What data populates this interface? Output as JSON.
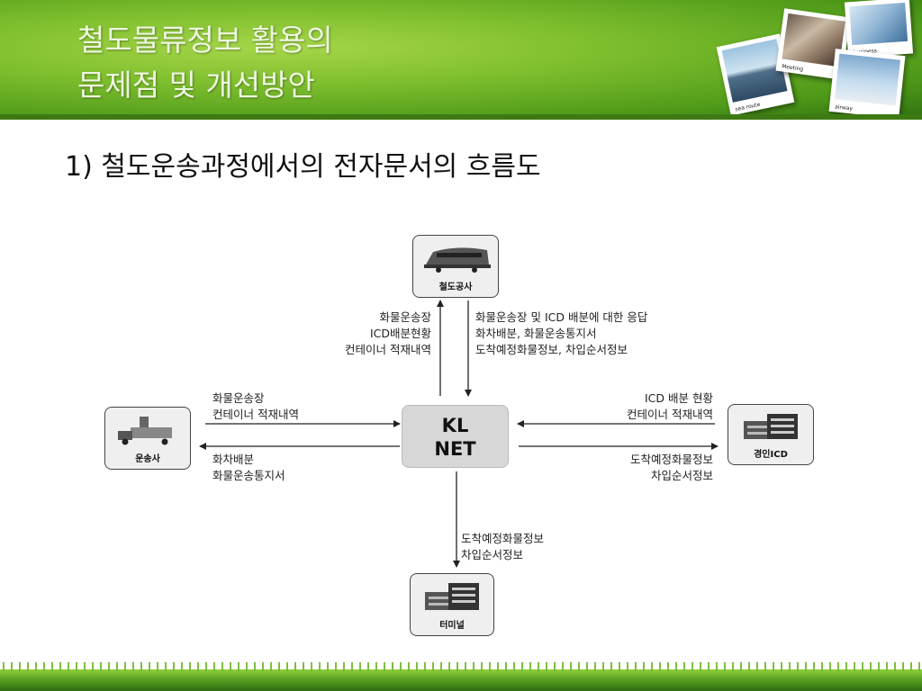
{
  "header": {
    "title_line1": "철도물류정보 활용의",
    "title_line2": "문제점 및 개선방안",
    "photo_captions": [
      "sea route",
      "Meeting",
      "business",
      "airway"
    ]
  },
  "subtitle": "1) 철도운송과정에서의 전자문서의 흐름도",
  "diagram": {
    "center": {
      "line1": "KL",
      "line2": "NET"
    },
    "nodes": {
      "railway": "철도공사",
      "carrier": "운송사",
      "icd": "경인ICD",
      "terminal": "터미널"
    },
    "flows": {
      "carrier_to_klnet": [
        "화물운송장",
        "컨테이너 적재내역"
      ],
      "klnet_to_carrier": [
        "화차배분",
        "화물운송통지서"
      ],
      "klnet_to_railway": [
        "화물운송장",
        "ICD배분현황",
        "컨테이너 적재내역"
      ],
      "railway_to_klnet": [
        "화물운송장 및 ICD 배분에 대한 응답",
        "화차배분, 화물운송통지서",
        "도착예정화물정보, 차입순서정보"
      ],
      "icd_to_klnet": [
        "ICD 배분 현황",
        "컨테이너 적재내역"
      ],
      "klnet_to_icd": [
        "도착예정화물정보",
        "차입순서정보"
      ],
      "klnet_to_terminal": [
        "도착예정화물정보",
        "차입순서정보"
      ]
    }
  },
  "colors": {
    "grass_light": "#a6d64a",
    "grass_dark": "#2f6f10",
    "title_text": "#eef7df"
  }
}
